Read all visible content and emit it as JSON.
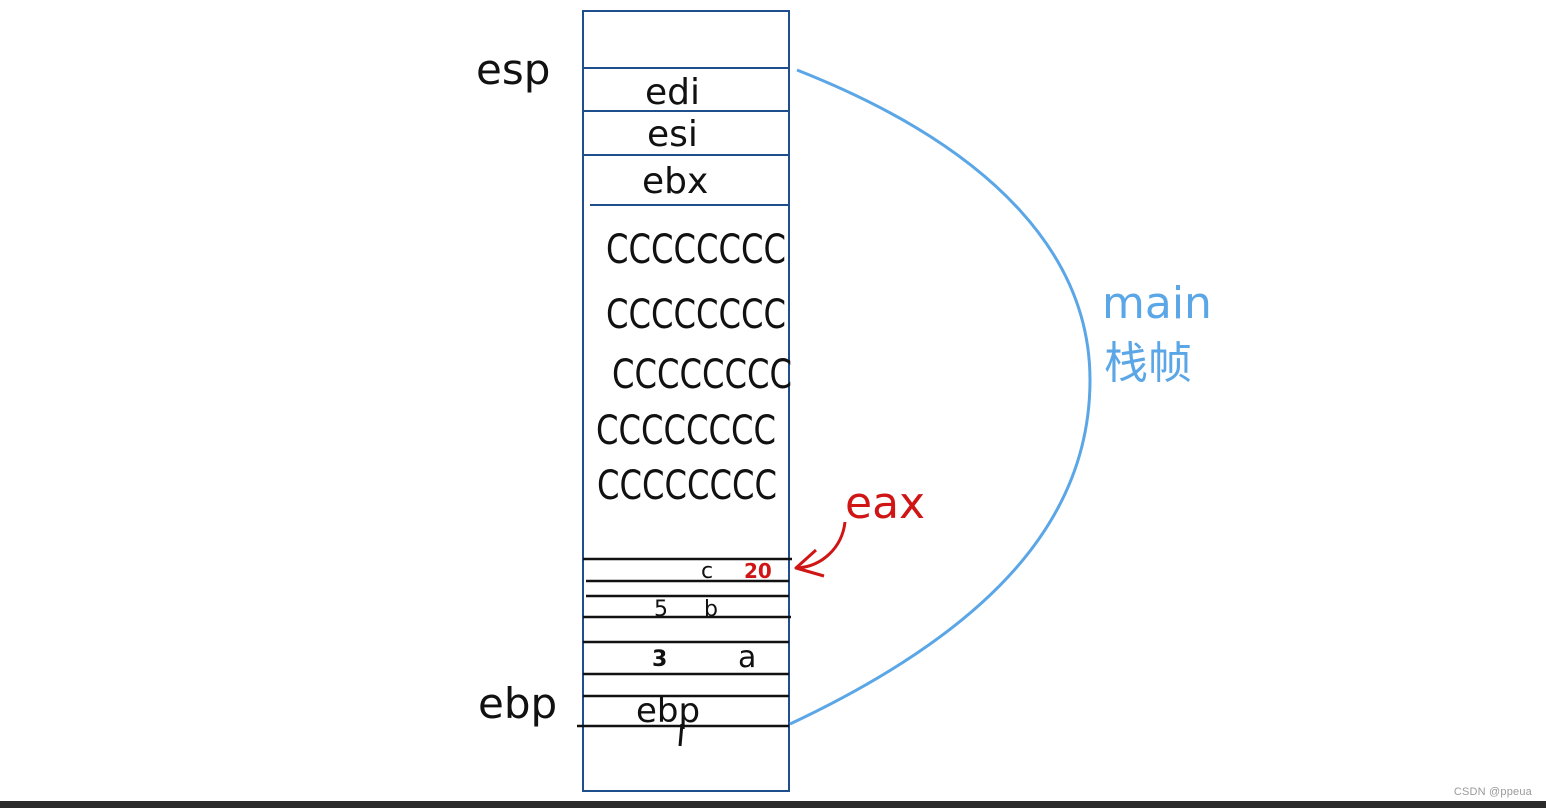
{
  "pointers": {
    "esp": "esp",
    "ebp": "ebp"
  },
  "stack": {
    "registers": [
      "edi",
      "esi",
      "ebx"
    ],
    "fill_rows": [
      "CCCCCCCC",
      "CCCCCCCC",
      "CCCCCCCC",
      "CCCCCCCC",
      "CCCCCCCC"
    ],
    "c_label": "c",
    "c_value": "20",
    "b_value": "5",
    "b_label": "b",
    "a_value": "3",
    "a_label": "a",
    "saved_ebp": "ebp"
  },
  "annotations": {
    "eax": "eax",
    "frame_line1": "main",
    "frame_line2": "栈帧"
  },
  "watermark": "CSDN @ppeua",
  "colors": {
    "stack_border": "#1f4e8c",
    "ink": "#111111",
    "frame_brace": "#5aa6e6",
    "eax": "#d01515"
  }
}
